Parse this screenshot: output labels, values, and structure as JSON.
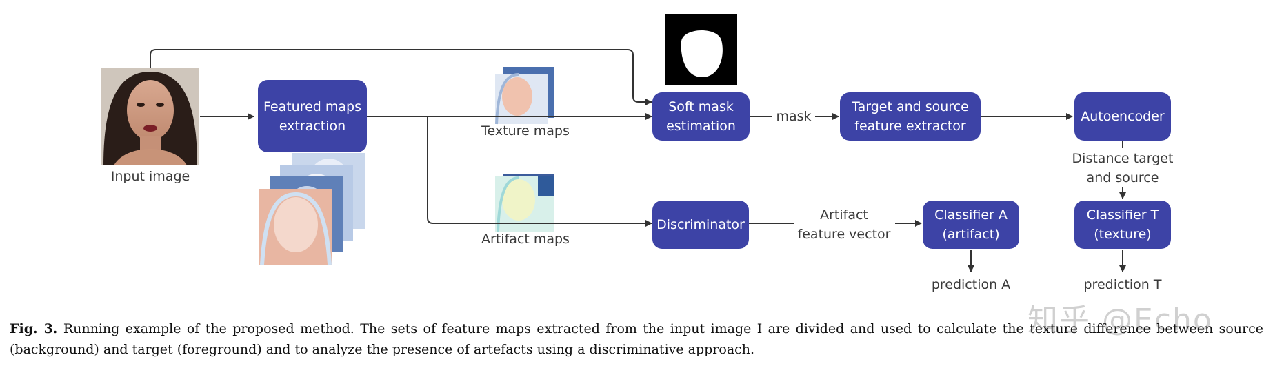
{
  "diagram": {
    "nodes": {
      "featured_maps": "Featured maps\nextraction",
      "soft_mask": "Soft mask\nestimation",
      "target_source": "Target and source\nfeature extractor",
      "autoencoder": "Autoencoder",
      "discriminator": "Discriminator",
      "classifier_a": "Classifier A\n(artifact)",
      "classifier_t": "Classifier T\n(texture)"
    },
    "labels": {
      "input_image": "Input image",
      "texture_maps": "Texture maps",
      "artifact_maps": "Artifact maps",
      "mask": "mask",
      "artifact_vector": "Artifact\nfeature vector",
      "distance": "Distance target\nand source",
      "prediction_a": "prediction A",
      "prediction_t": "prediction T"
    }
  },
  "caption": {
    "label": "Fig. 3.",
    "text": "Running example of the proposed method. The sets of feature maps extracted from the input image I are divided and used to calculate the texture difference between source (background) and target (foreground) and to analyze the presence of artefacts using a discriminative approach."
  },
  "watermark": "知乎 @Echo",
  "colors": {
    "node_fill": "#3d43a6",
    "arrow": "#333333"
  }
}
